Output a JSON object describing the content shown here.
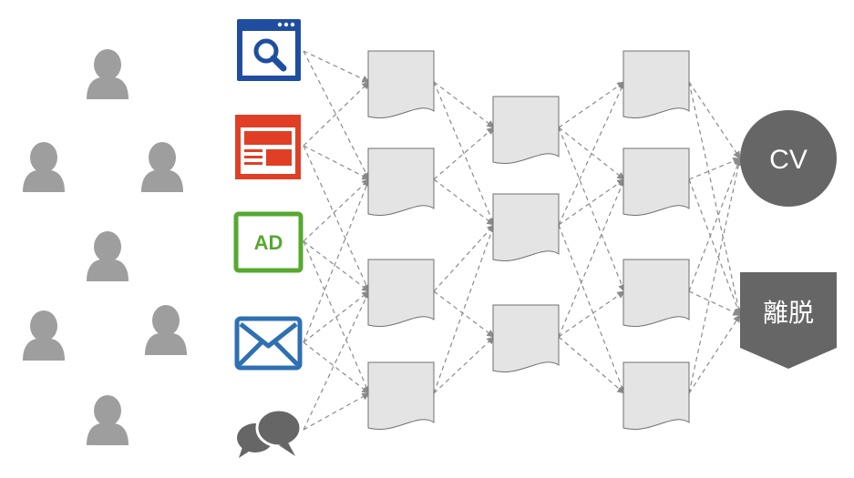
{
  "icons": {
    "search": "search-window-icon",
    "news": "news-article-icon",
    "ad_label": "AD",
    "mail": "mail-envelope-icon",
    "chat": "chat-bubbles-icon"
  },
  "outcomes": {
    "cv": "CV",
    "exit": "離脱"
  },
  "colors": {
    "search": "#1f4ea1",
    "news": "#e03f26",
    "ad": "#56a830",
    "mail": "#2f70b3",
    "chat": "#666666",
    "people": "#9e9e9e",
    "pages": "#e4e4e4",
    "outcome": "#666666",
    "arrows": "#8a8a8a"
  }
}
